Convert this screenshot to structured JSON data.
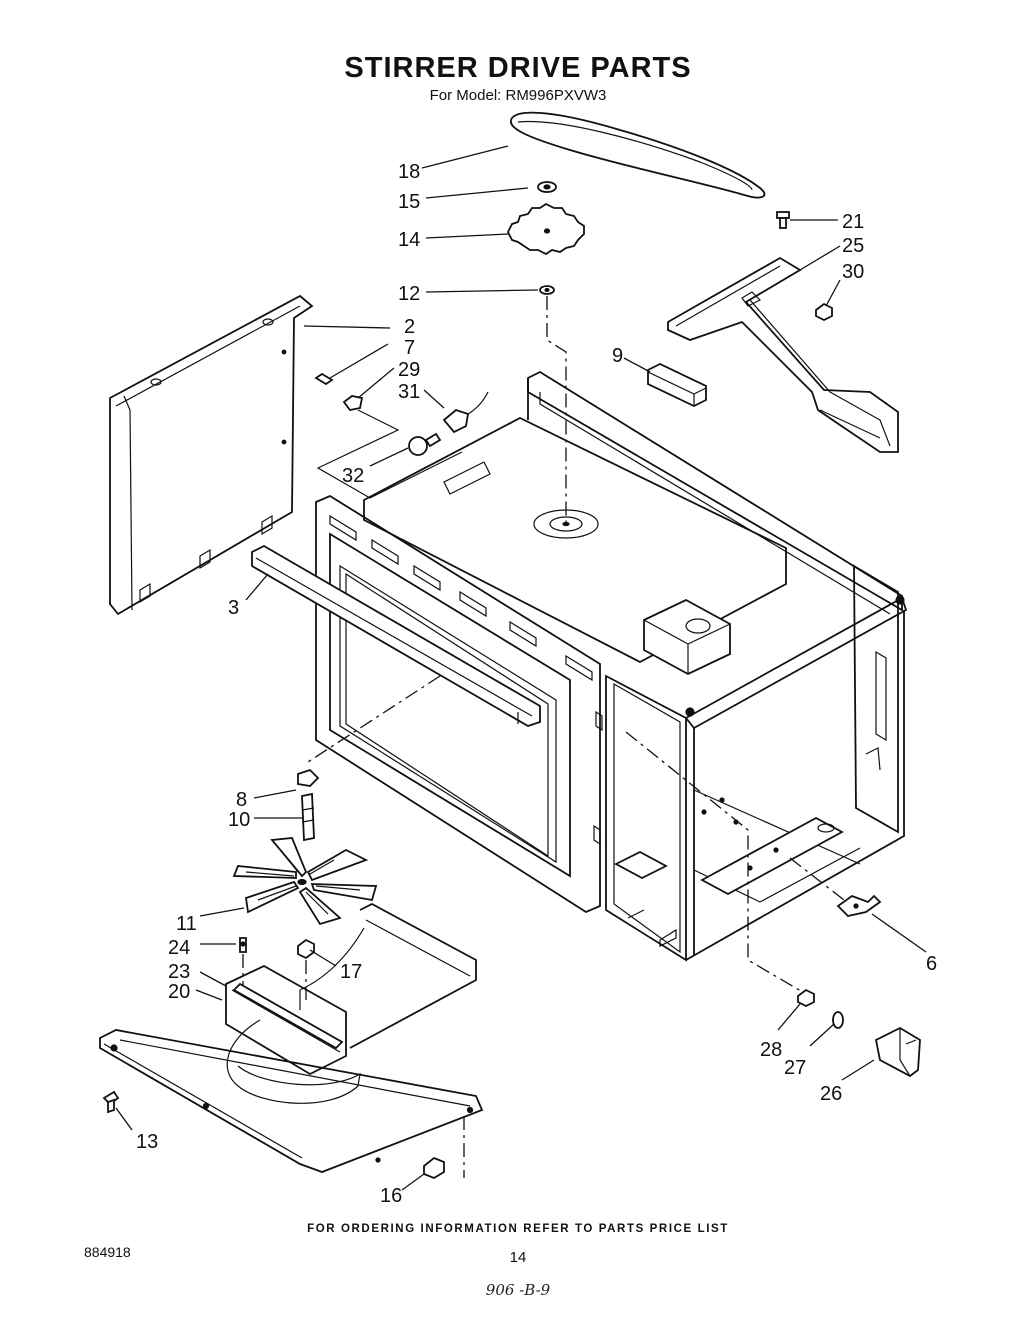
{
  "title": "STIRRER DRIVE PARTS",
  "subtitle": "For Model: RM996PXVW3",
  "footer_note": "FOR ORDERING INFORMATION REFER TO PARTS PRICE LIST",
  "document_number": "884918",
  "page_number": "14",
  "handwritten_note": "906 -B-9",
  "callouts": {
    "c2": "2",
    "c3": "3",
    "c6": "6",
    "c7": "7",
    "c8": "8",
    "c9": "9",
    "c10": "10",
    "c11": "11",
    "c12": "12",
    "c13": "13",
    "c14": "14",
    "c15": "15",
    "c16": "16",
    "c17": "17",
    "c18": "18",
    "c20": "20",
    "c21": "21",
    "c23": "23",
    "c24": "24",
    "c25": "25",
    "c26": "26",
    "c27": "27",
    "c28": "28",
    "c29": "29",
    "c30": "30",
    "c31": "31",
    "c32": "32"
  }
}
